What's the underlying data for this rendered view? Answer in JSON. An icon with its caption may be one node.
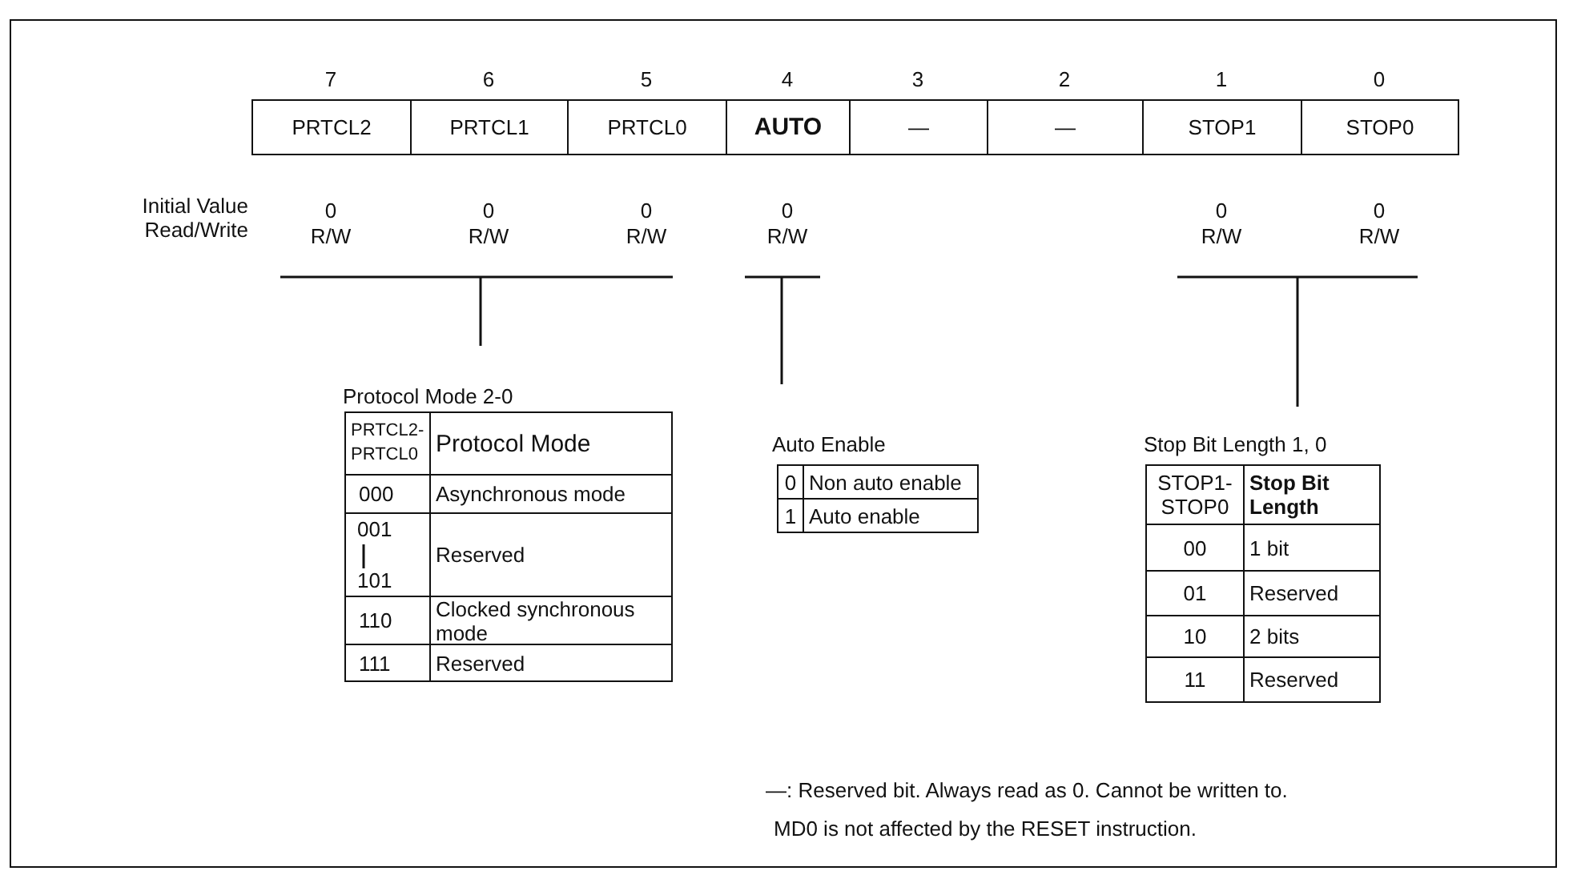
{
  "diagram": {
    "labels": [
      "7",
      "6",
      "5",
      "4",
      "3",
      "2",
      "1",
      "0",
      "PRTCL2",
      "PRTCL1",
      "PRTCL0",
      "AUTO",
      "—",
      "—",
      "STOP1",
      "STOP0",
      "Initial Value",
      "0",
      "0",
      "0",
      "0",
      "0",
      "0",
      "Read/Write",
      "R/W",
      "R/W",
      "R/W",
      "R/W",
      "R/W",
      "R/W",
      "Protocol Mode 2-0",
      "PRTCL2- PRTCL0",
      "Protocol Mode",
      "000",
      "Asynchronous mode",
      "001",
      "101",
      "Reserved",
      "110",
      "Clocked synchronous mode",
      "111",
      "Reserved",
      "Auto Enable",
      "0",
      "Non auto enable",
      "1",
      "Auto enable",
      "Stop Bit Length 1, 0",
      "STOP1- STOP0",
      "Stop Bit Length",
      "00",
      "1 bit",
      "01",
      "Reserved",
      "10",
      "2 bits",
      "11",
      "Reserved",
      "—: Reserved bit. Always read as 0. Cannot be written to.",
      "MD0 is not affected by the RESET instruction."
    ]
  }
}
